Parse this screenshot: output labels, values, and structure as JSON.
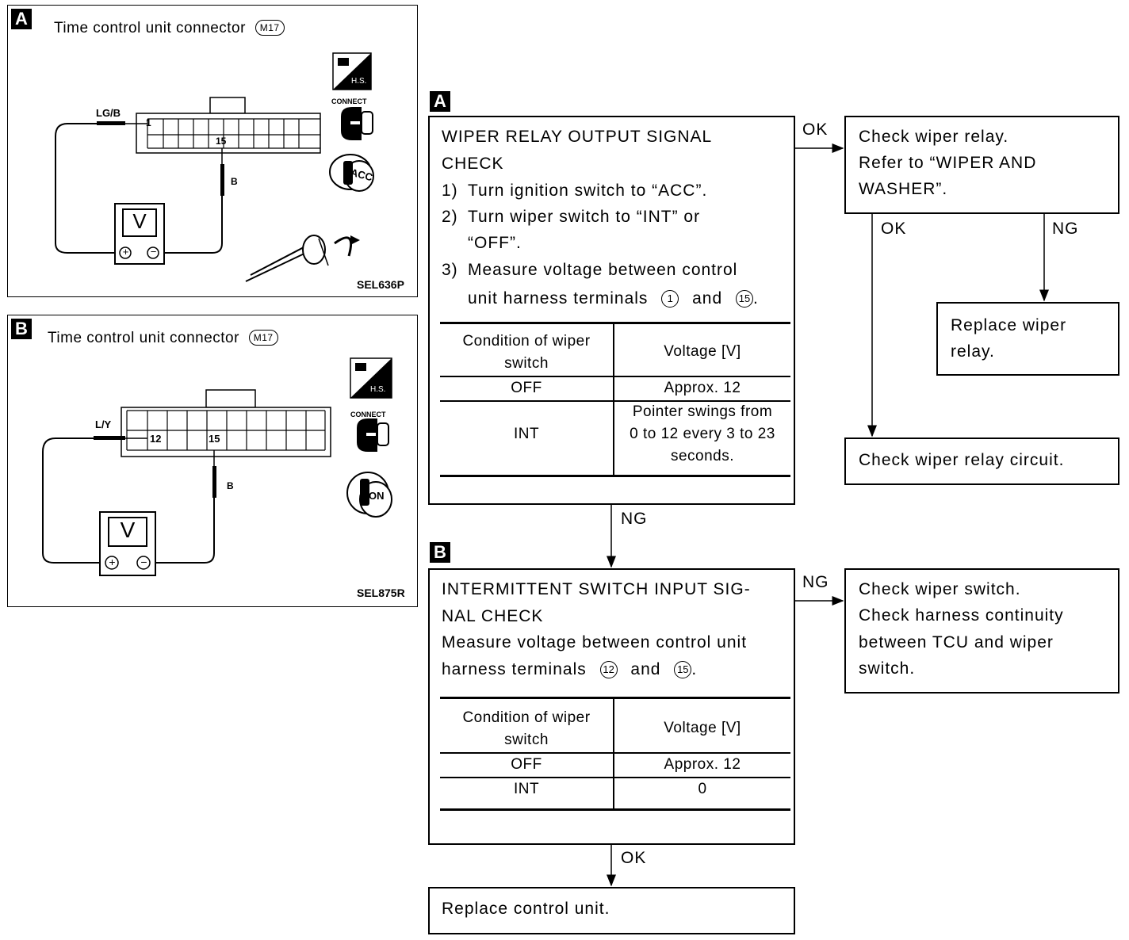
{
  "panel_a": {
    "tag": "A",
    "title": "Time control unit connector",
    "connector_id": "M17",
    "wire1": "LG/B",
    "wire2": "B",
    "pin1": "1",
    "pin2": "15",
    "meter": "V",
    "plus": "+",
    "minus": "−",
    "hs": "H.S.",
    "connect": "CONNECT",
    "key": "ACC",
    "code": "SEL636P"
  },
  "panel_b": {
    "tag": "B",
    "title": "Time control unit connector",
    "connector_id": "M17",
    "wire1": "L/Y",
    "wire2": "B",
    "pin1": "12",
    "pin2": "15",
    "meter": "V",
    "plus": "+",
    "minus": "−",
    "hs": "H.S.",
    "connect": "CONNECT",
    "key": "ON",
    "code": "SEL875R"
  },
  "flow": {
    "box_a": {
      "tag": "A",
      "line1": "WIPER RELAY OUTPUT SIGNAL",
      "line2": "CHECK",
      "step1_num": "1)",
      "step1": "Turn ignition switch to “ACC”.",
      "step2_num": "2)",
      "step2a": "Turn wiper switch to “INT” or",
      "step2b": "“OFF”.",
      "step3_num": "3)",
      "step3a": "Measure voltage between control",
      "step3b_pre": "unit harness terminals",
      "term1": "1",
      "and": "and",
      "term2": "15",
      "period": ".",
      "table": {
        "h1a": "Condition of wiper",
        "h1b": "switch",
        "h2": "Voltage [V]",
        "r1c1": "OFF",
        "r1c2": "Approx. 12",
        "r2c1": "INT",
        "r2c2a": "Pointer swings from",
        "r2c2b": "0 to 12 every 3 to 23",
        "r2c2c": "seconds."
      }
    },
    "box_relay": {
      "line1": "Check wiper relay.",
      "line2": "Refer to “WIPER AND",
      "line3": "WASHER”."
    },
    "box_replace_relay": {
      "line1": "Replace wiper",
      "line2": "relay."
    },
    "box_relay_circuit": {
      "line1": "Check wiper relay circuit."
    },
    "box_b": {
      "tag": "B",
      "line1": "INTERMITTENT SWITCH INPUT SIG-",
      "line2": "NAL CHECK",
      "line3": "Measure voltage between control unit",
      "line4_pre": "harness terminals",
      "term1": "12",
      "and": "and",
      "term2": "15",
      "period": ".",
      "table": {
        "h1a": "Condition of wiper",
        "h1b": "switch",
        "h2": "Voltage [V]",
        "r1c1": "OFF",
        "r1c2": "Approx. 12",
        "r2c1": "INT",
        "r2c2": "0"
      }
    },
    "box_switch": {
      "line1": "Check wiper switch.",
      "line2": "Check harness continuity",
      "line3": "between TCU and wiper",
      "line4": "switch."
    },
    "box_replace_unit": {
      "line1": "Replace control unit."
    },
    "labels": {
      "ok_a_right": "OK",
      "ok_relay_down": "OK",
      "ng_relay_down": "NG",
      "ng_a_down": "NG",
      "ng_b_right": "NG",
      "ok_b_down": "OK"
    }
  }
}
